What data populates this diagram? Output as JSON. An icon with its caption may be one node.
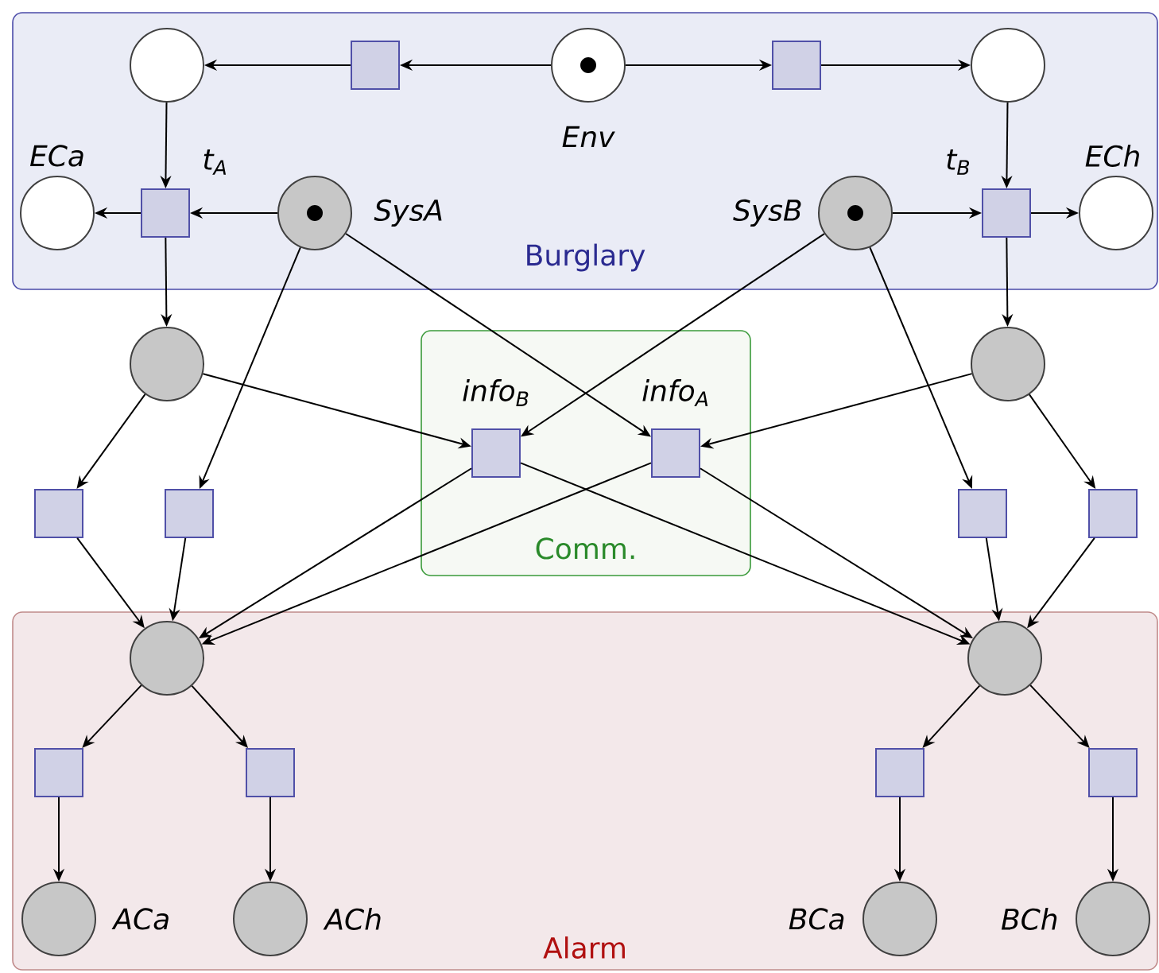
{
  "diagram": {
    "nodes": [
      {
        "text": [
          "Burglary"
        ]
      },
      {
        "text": [
          "Comm."
        ]
      },
      {
        "text": [
          "Alarm"
        ]
      },
      {
        "text": [],
        "shape": "circle",
        "in": 0
      },
      {
        "text": [],
        "shape": "box",
        "in": 0
      },
      {
        "text": [],
        "shape": "circle",
        "in": 0,
        "beside": [
          "Env"
        ]
      },
      {
        "text": [],
        "shape": "box",
        "in": 0
      },
      {
        "text": [],
        "shape": "circle",
        "in": 0
      },
      {
        "text": [],
        "shape": "circle",
        "in": 0,
        "beside": [
          "ECa"
        ]
      },
      {
        "text": [],
        "shape": "box",
        "in": 0,
        "beside": [
          "t$_{A}$"
        ]
      },
      {
        "text": [],
        "shape": "circle",
        "in": 0,
        "beside": [
          "SysA"
        ]
      },
      {
        "text": [],
        "shape": "circle",
        "in": 0,
        "beside": [
          "SysB"
        ]
      },
      {
        "text": [],
        "shape": "box",
        "in": 0,
        "beside": [
          "t$_{B}$"
        ]
      },
      {
        "text": [],
        "shape": "circle",
        "in": 0,
        "beside": [
          "ECh"
        ]
      },
      {
        "text": [],
        "shape": "circle"
      },
      {
        "text": [],
        "shape": "circle"
      },
      {
        "text": [],
        "shape": "box"
      },
      {
        "text": [],
        "shape": "box"
      },
      {
        "text": [],
        "shape": "box",
        "in": 1,
        "beside": [
          "info$_{B}$"
        ]
      },
      {
        "text": [],
        "shape": "box",
        "in": 1,
        "beside": [
          "info$_{A}$"
        ]
      },
      {
        "text": [],
        "shape": "box"
      },
      {
        "text": [],
        "shape": "box"
      },
      {
        "text": [],
        "shape": "circle",
        "in": 2
      },
      {
        "text": [],
        "shape": "circle",
        "in": 2
      },
      {
        "text": [],
        "shape": "box",
        "in": 2
      },
      {
        "text": [],
        "shape": "box",
        "in": 2
      },
      {
        "text": [],
        "shape": "box",
        "in": 2
      },
      {
        "text": [],
        "shape": "box",
        "in": 2
      },
      {
        "text": [],
        "shape": "circle",
        "in": 2,
        "beside": [
          "ACa"
        ]
      },
      {
        "text": [],
        "shape": "circle",
        "in": 2,
        "beside": [
          "ACh"
        ]
      },
      {
        "text": [],
        "shape": "circle",
        "in": 2,
        "beside": [
          "BCa"
        ]
      },
      {
        "text": [],
        "shape": "circle",
        "in": 2,
        "beside": [
          "BCh"
        ]
      }
    ],
    "edges": [
      {
        "from": 5,
        "to": 4,
        "arrow": "to"
      },
      {
        "from": 4,
        "to": 3,
        "arrow": "to"
      },
      {
        "from": 5,
        "to": 6,
        "arrow": "to"
      },
      {
        "from": 6,
        "to": 7,
        "arrow": "to"
      },
      {
        "from": 3,
        "to": 9,
        "arrow": "to"
      },
      {
        "from": 7,
        "to": 12,
        "arrow": "to"
      },
      {
        "from": 10,
        "to": 9,
        "arrow": "to"
      },
      {
        "from": 9,
        "to": 8,
        "arrow": "to"
      },
      {
        "from": 11,
        "to": 12,
        "arrow": "to"
      },
      {
        "from": 12,
        "to": 13,
        "arrow": "to"
      },
      {
        "from": 9,
        "to": 14,
        "arrow": "to"
      },
      {
        "from": 12,
        "to": 15,
        "arrow": "to"
      },
      {
        "from": 10,
        "to": 17,
        "arrow": "to"
      },
      {
        "from": 10,
        "to": 19,
        "arrow": "to"
      },
      {
        "from": 11,
        "to": 18,
        "arrow": "to"
      },
      {
        "from": 11,
        "to": 20,
        "arrow": "to"
      },
      {
        "from": 14,
        "to": 16,
        "arrow": "to"
      },
      {
        "from": 14,
        "to": 18,
        "arrow": "to"
      },
      {
        "from": 15,
        "to": 21,
        "arrow": "to"
      },
      {
        "from": 15,
        "to": 19,
        "arrow": "to"
      },
      {
        "from": 16,
        "to": 22,
        "arrow": "to"
      },
      {
        "from": 17,
        "to": 22,
        "arrow": "to"
      },
      {
        "from": 18,
        "to": 22,
        "arrow": "to"
      },
      {
        "from": 19,
        "to": 22,
        "arrow": "to"
      },
      {
        "from": 18,
        "to": 23,
        "arrow": "to"
      },
      {
        "from": 19,
        "to": 23,
        "arrow": "to"
      },
      {
        "from": 20,
        "to": 23,
        "arrow": "to"
      },
      {
        "from": 21,
        "to": 23,
        "arrow": "to"
      },
      {
        "from": 22,
        "to": 24,
        "arrow": "to"
      },
      {
        "from": 22,
        "to": 25,
        "arrow": "to"
      },
      {
        "from": 23,
        "to": 26,
        "arrow": "to"
      },
      {
        "from": 23,
        "to": 27,
        "arrow": "to"
      },
      {
        "from": 24,
        "to": 28,
        "arrow": "to"
      },
      {
        "from": 25,
        "to": 29,
        "arrow": "to"
      },
      {
        "from": 26,
        "to": 30,
        "arrow": "to"
      },
      {
        "from": 27,
        "to": 31,
        "arrow": "to"
      }
    ]
  }
}
